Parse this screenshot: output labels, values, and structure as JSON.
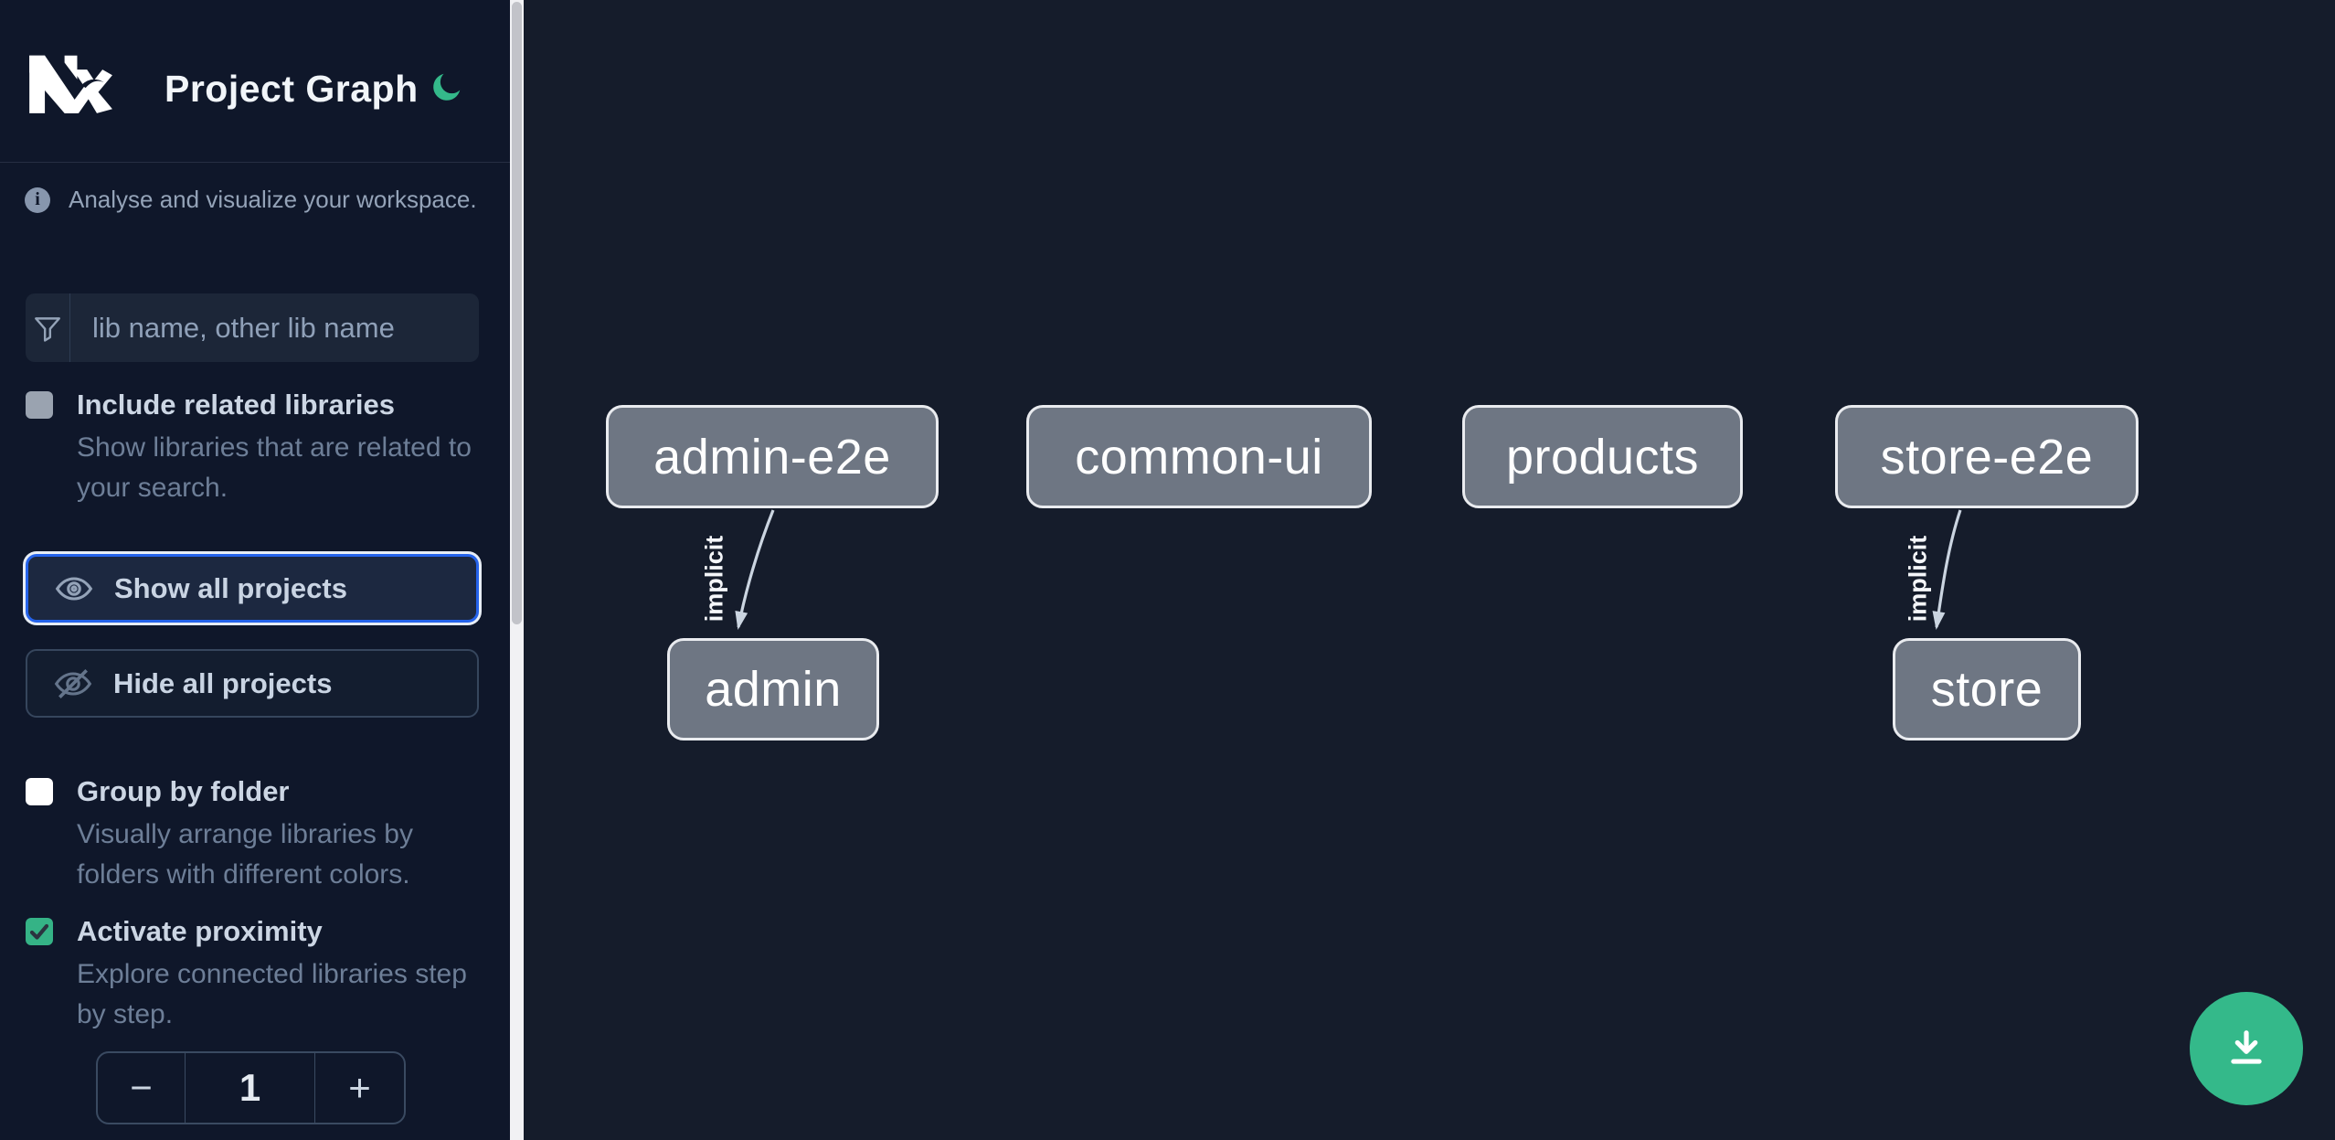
{
  "header": {
    "title": "Project Graph",
    "logo": "nx-logo",
    "theme_toggle_icon": "moon-icon"
  },
  "sidebar": {
    "tagline": "Analyse and visualize your workspace.",
    "search": {
      "placeholder": "lib name, other lib name",
      "value": "",
      "icon": "filter-funnel-icon"
    },
    "toggles": [
      {
        "label": "Include related libraries",
        "description": "Show libraries that are related to your search.",
        "checked": false
      },
      {
        "label": "Group by folder",
        "description": "Visually arrange libraries by folders with different colors.",
        "checked": false
      },
      {
        "label": "Activate proximity",
        "description": "Explore connected libraries step by step.",
        "checked": true
      }
    ],
    "actions": [
      {
        "label": "Show all projects",
        "icon": "eye-icon",
        "focused": true
      },
      {
        "label": "Hide all projects",
        "icon": "eye-off-icon",
        "focused": false
      }
    ],
    "stepper": {
      "decrement": "−",
      "value": "1",
      "increment": "+"
    }
  },
  "graph": {
    "nodes": [
      {
        "label": "admin-e2e"
      },
      {
        "label": "common-ui"
      },
      {
        "label": "products"
      },
      {
        "label": "store-e2e"
      },
      {
        "label": "admin"
      },
      {
        "label": "store"
      }
    ],
    "edges": [
      {
        "from": "admin-e2e",
        "to": "admin",
        "label": "implicit"
      },
      {
        "from": "store-e2e",
        "to": "store",
        "label": "implicit"
      }
    ]
  },
  "fab": {
    "icon": "download-icon"
  },
  "colors": {
    "sidebar_bg": "#0f172a",
    "canvas_bg": "#151c2b",
    "accent_green": "#34b98a",
    "focus_blue": "#2563eb",
    "node_fill": "#6e7683",
    "node_border": "#e9ebef",
    "edge": "#cbd5e1",
    "scrollbar_track": "#f1f1f4",
    "scrollbar_thumb": "#c2c3c9"
  }
}
